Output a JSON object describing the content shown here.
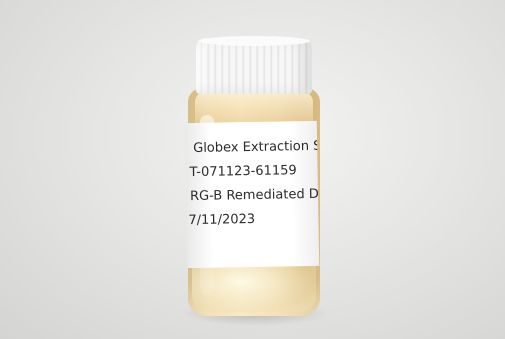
{
  "label": {
    "line1": "Globex Extraction Se",
    "line2": "T-071123-61159",
    "line3": "RG-B Remediated Dist",
    "line4": "7/11/2023"
  },
  "colors": {
    "background": "#e6e6e5",
    "cap": "#f7f7f7",
    "liquid": "#e8c98d",
    "label": "#ffffff"
  }
}
